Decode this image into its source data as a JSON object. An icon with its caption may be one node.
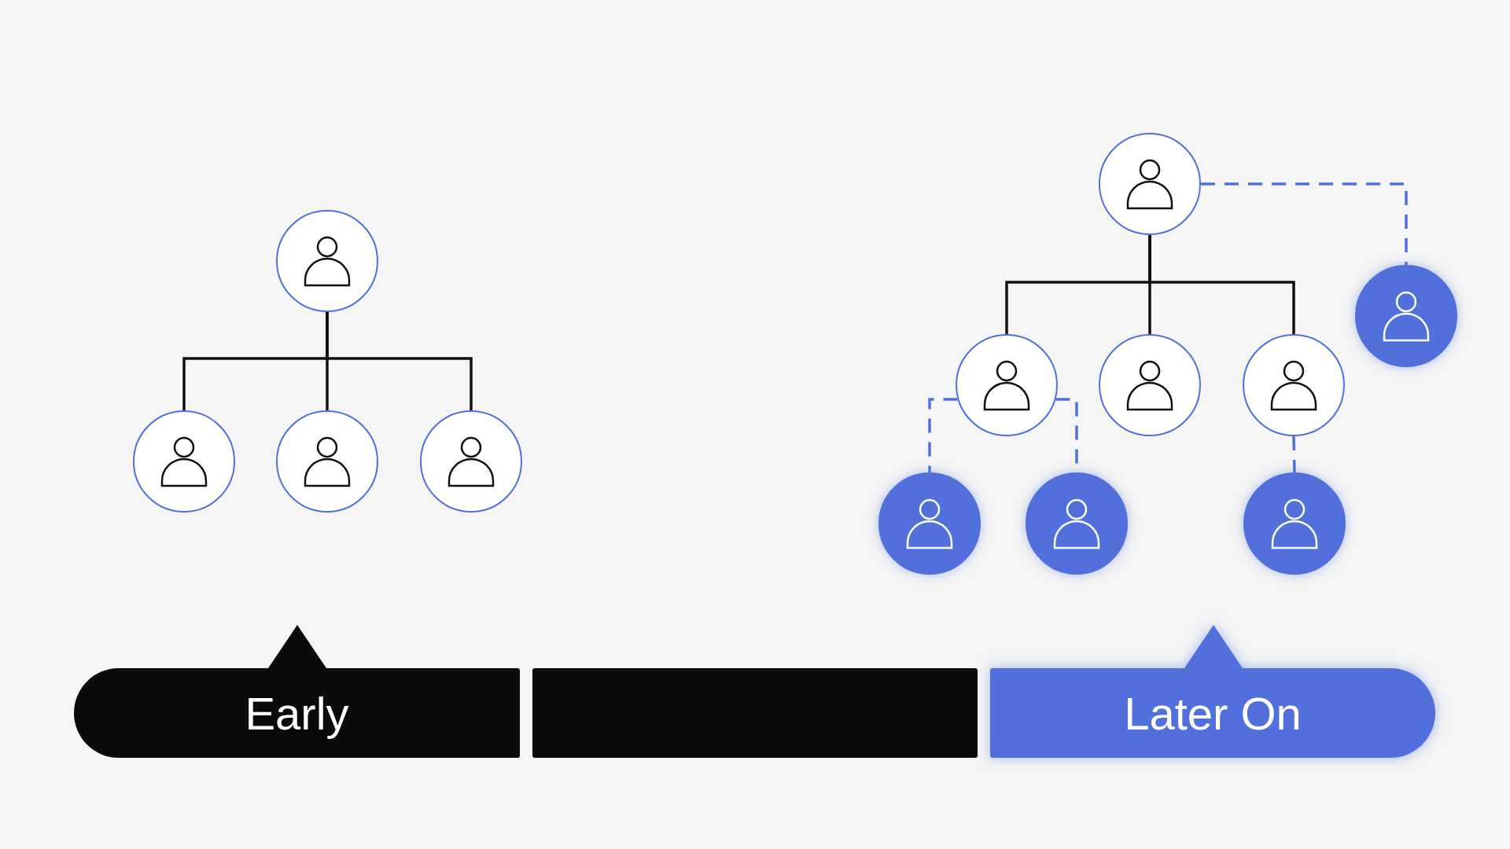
{
  "diagram": {
    "nodes": [
      {
        "text": [],
        "shape": "person"
      },
      {
        "text": [],
        "shape": "person"
      },
      {
        "text": [],
        "shape": "person"
      },
      {
        "text": [],
        "shape": "person"
      },
      {
        "text": [],
        "shape": "person"
      },
      {
        "text": [],
        "shape": "person"
      },
      {
        "text": [],
        "shape": "person"
      },
      {
        "text": [],
        "shape": "person"
      },
      {
        "text": [],
        "shape": "person"
      },
      {
        "text": [],
        "shape": "person"
      },
      {
        "text": [],
        "shape": "person"
      },
      {
        "text": [],
        "shape": "person"
      },
      {
        "text": [
          "Early"
        ]
      },
      {
        "text": [],
        "shape": "bar"
      },
      {
        "text": [
          "Later On"
        ]
      }
    ],
    "edges": [
      {
        "from": 0,
        "to": 1,
        "arrow": "none"
      },
      {
        "from": 0,
        "to": 2,
        "arrow": "none"
      },
      {
        "from": 0,
        "to": 3,
        "arrow": "none"
      },
      {
        "from": 4,
        "to": 6,
        "arrow": "none"
      },
      {
        "from": 4,
        "to": 7,
        "arrow": "none"
      },
      {
        "from": 4,
        "to": 8,
        "arrow": "none"
      },
      {
        "from": 4,
        "to": 5,
        "arrow": "none",
        "style": "dashed",
        "color": "#5170dc"
      },
      {
        "from": 6,
        "to": 9,
        "arrow": "none",
        "style": "dashed",
        "color": "#5170dc"
      },
      {
        "from": 6,
        "to": 10,
        "arrow": "none",
        "style": "dashed",
        "color": "#5170dc"
      },
      {
        "from": 8,
        "to": 11,
        "arrow": "none",
        "style": "dashed",
        "color": "#5170dc"
      }
    ]
  }
}
